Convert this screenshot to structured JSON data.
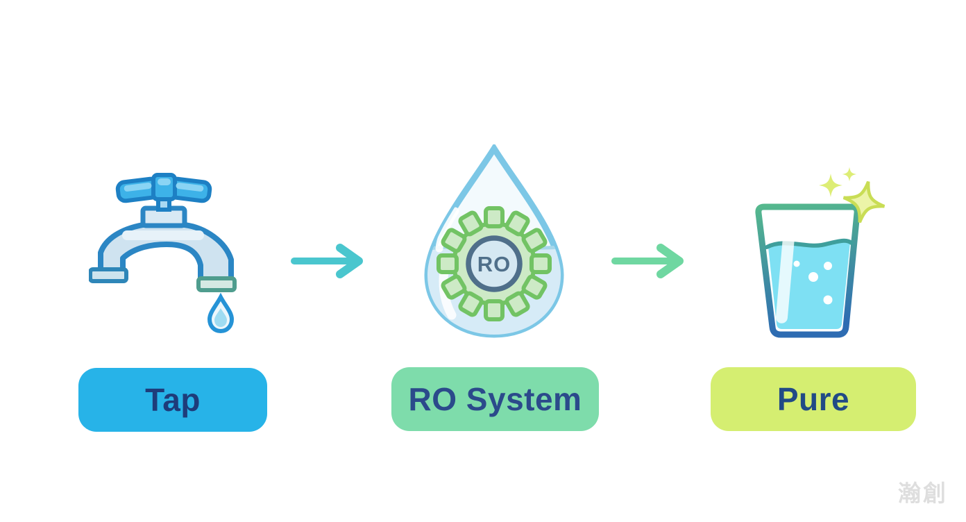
{
  "diagram": {
    "background": "#ffffff",
    "steps": [
      {
        "label": "Tap",
        "icon": "faucet-icon",
        "pill_color": "#27b3e8",
        "label_color": "#1e3c7a",
        "icon_colors": {
          "outline": "#2b86c4",
          "handle": "#3db2e8",
          "body_fill": "#cfe3f0",
          "spout_flange": "#4f9d8e",
          "drip": "#2593d6"
        }
      },
      {
        "label": "RO System",
        "icon": "water-drop-gear-icon",
        "gear_text": "RO",
        "pill_color": "#7edcab",
        "label_color": "#2b4a8b",
        "icon_colors": {
          "drop_outline": "#7cc7e6",
          "water_fill": "#d6ebf7",
          "gear_outline": "#72c364",
          "gear_fill": "#cdeac6",
          "ring": "#4f6f8a"
        }
      },
      {
        "label": "Pure",
        "icon": "water-glass-sparkles-icon",
        "pill_color": "#d5ee71",
        "label_color": "#214a86",
        "icon_colors": {
          "glass_top": "#55b88d",
          "glass_bottom": "#2e6cb2",
          "water": "#7ee0f3",
          "waterline": "#3f9f9c",
          "sparkle": "#dded75"
        }
      }
    ],
    "arrows": [
      {
        "from": "Tap",
        "to": "RO System",
        "color": "#4ac6ce"
      },
      {
        "from": "RO System",
        "to": "Pure",
        "color": "#6fd7a1"
      }
    ],
    "watermark": "瀚創"
  }
}
